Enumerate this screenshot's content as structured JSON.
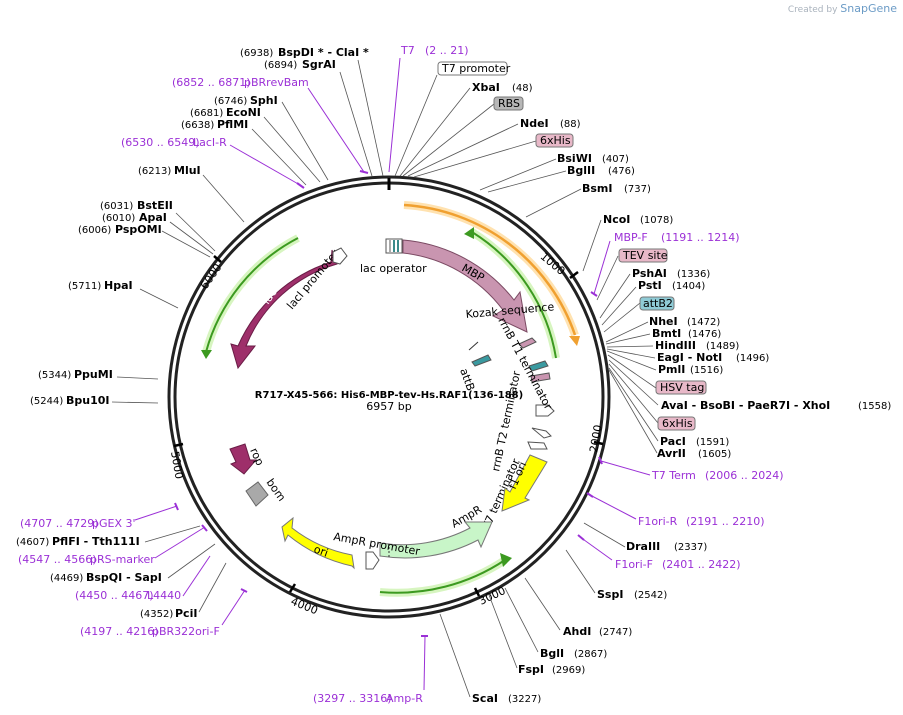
{
  "branding": {
    "created_by": "Created by",
    "app_name": "SnapGene"
  },
  "plasmid": {
    "name": "R717-X45-566: His6-MBP-tev-Hs.RAF1(136-188)",
    "size_label": "6957 bp",
    "length": 6957,
    "ticks": [
      "1000",
      "2000",
      "3000",
      "4000",
      "5000",
      "6000"
    ]
  },
  "sites": [
    {
      "name": "BspDI * - ClaI *",
      "pos": "(6938)"
    },
    {
      "name": "SgrAI",
      "pos": "(6894)"
    },
    {
      "name": "SphI",
      "pos": "(6746)"
    },
    {
      "name": "EcoNI",
      "pos": "(6681)"
    },
    {
      "name": "PflMI",
      "pos": "(6638)"
    },
    {
      "name": "MluI",
      "pos": "(6213)"
    },
    {
      "name": "BstEII",
      "pos": "(6031)"
    },
    {
      "name": "ApaI",
      "pos": "(6010)"
    },
    {
      "name": "PspOMI",
      "pos": "(6006)"
    },
    {
      "name": "HpaI",
      "pos": "(5711)"
    },
    {
      "name": "PpuMI",
      "pos": "(5344)"
    },
    {
      "name": "Bpu10I",
      "pos": "(5244)"
    },
    {
      "name": "PflFI - Tth111I",
      "pos": "(4607)"
    },
    {
      "name": "BspQI - SapI",
      "pos": "(4469)"
    },
    {
      "name": "PciI",
      "pos": "(4352)"
    },
    {
      "name": "XbaI",
      "pos": "(48)"
    },
    {
      "name": "NdeI",
      "pos": "(88)"
    },
    {
      "name": "BsiWI",
      "pos": "(407)"
    },
    {
      "name": "BglII",
      "pos": "(476)"
    },
    {
      "name": "BsmI",
      "pos": "(737)"
    },
    {
      "name": "NcoI",
      "pos": "(1078)"
    },
    {
      "name": "PshAI",
      "pos": "(1336)"
    },
    {
      "name": "PstI",
      "pos": "(1404)"
    },
    {
      "name": "NheI",
      "pos": "(1472)"
    },
    {
      "name": "BmtI",
      "pos": "(1476)"
    },
    {
      "name": "HindIII",
      "pos": "(1489)"
    },
    {
      "name": "EagI - NotI",
      "pos": "(1496)"
    },
    {
      "name": "PmlI",
      "pos": "(1516)"
    },
    {
      "name": "AvaI - BsoBI - PaeR7I - XhoI",
      "pos": "(1558)"
    },
    {
      "name": "PacI",
      "pos": "(1591)"
    },
    {
      "name": "AvrII",
      "pos": "(1605)"
    },
    {
      "name": "DraIII",
      "pos": "(2337)"
    },
    {
      "name": "SspI",
      "pos": "(2542)"
    },
    {
      "name": "AhdI",
      "pos": "(2747)"
    },
    {
      "name": "BglI",
      "pos": "(2867)"
    },
    {
      "name": "FspI",
      "pos": "(2969)"
    },
    {
      "name": "ScaI",
      "pos": "(3227)"
    }
  ],
  "primers": [
    {
      "name": "T7",
      "range": "(2 .. 21)"
    },
    {
      "name": "pBRrevBam",
      "range": "(6852 .. 6871)"
    },
    {
      "name": "LacI-R",
      "range": "(6530 .. 6549)"
    },
    {
      "name": "MBP-F",
      "range": "(1191 .. 1214)"
    },
    {
      "name": "T7 Term",
      "range": "(2006 .. 2024)"
    },
    {
      "name": "F1ori-R",
      "range": "(2191 .. 2210)"
    },
    {
      "name": "F1ori-F",
      "range": "(2401 .. 2422)"
    },
    {
      "name": "pGEX 3'",
      "range": "(4707 .. 4729)"
    },
    {
      "name": "pRS-marker",
      "range": "(4547 .. 4566)"
    },
    {
      "name": "L4440",
      "range": "(4450 .. 4467)"
    },
    {
      "name": "pBR322ori-F",
      "range": "(4197 .. 4216)"
    },
    {
      "name": "Amp-R",
      "range": "(3297 .. 3316)"
    }
  ],
  "boxed_features": [
    "T7 promoter",
    "RBS",
    "6xHis",
    "TEV site",
    "attB2",
    "HSV tag",
    "6xHis"
  ],
  "features": {
    "lacI": "lacI",
    "lacI_promoter": "lacI promoter",
    "lac_operator": "lac operator",
    "mbp": "MBP",
    "kozak": "Kozak sequence",
    "attB": "attB",
    "rrnB_T1": "rrnB T1 terminator",
    "rrnB_T2": "rrnB T2 terminator",
    "T7_term": "T7 terminator",
    "f1_ori": "f1 ori",
    "rop": "rop",
    "bom": "bom",
    "ampR_promoter": "AmpR promoter",
    "ampR": "AmpR",
    "ori": "ori"
  },
  "colors": {
    "lacI": "#9e2f6a",
    "mbp": "#c995b0",
    "orange": "#f0a030",
    "green": "#3c9a20",
    "yellow": "#ffff00",
    "ampR": "#c8f5c8",
    "primer": "#9b30d6",
    "bom": "#a9a9a9"
  }
}
